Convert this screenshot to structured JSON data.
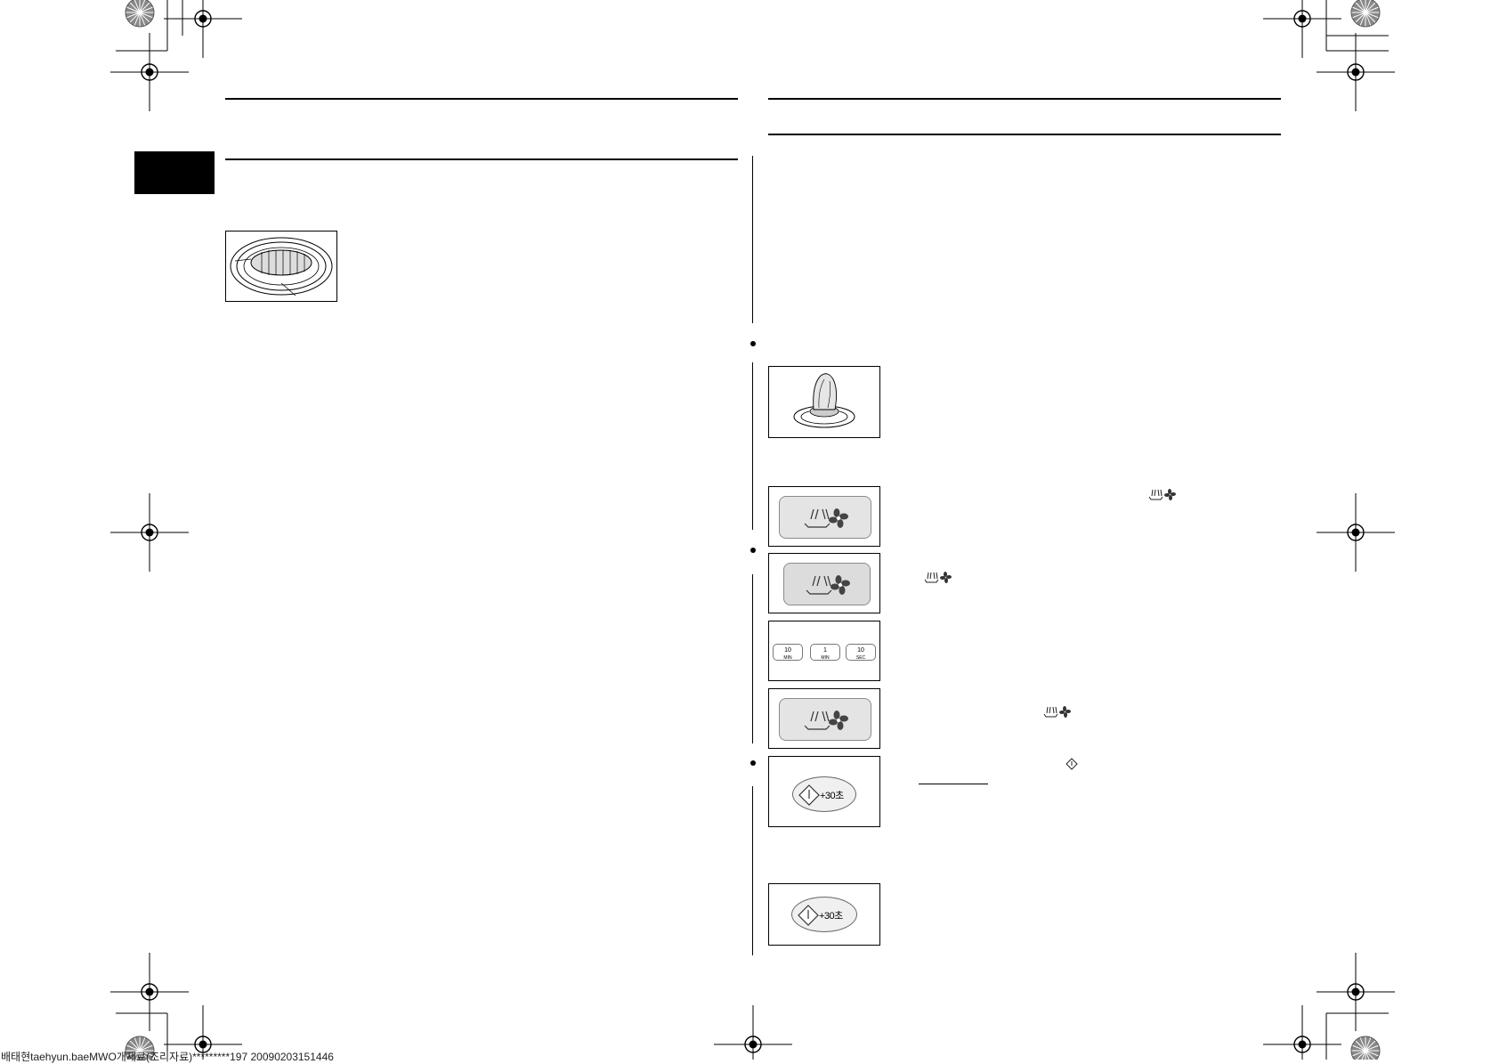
{
  "footer": {
    "slug": "배태현taehyun.baeMWO개재료(조리자료)*********197 20090203151446"
  },
  "figures": {
    "roast_on_rack": "roast-on-rack-illustration",
    "cake_on_rack": "cake-on-rack-illustration",
    "convection_key": "convection-icon",
    "temperature_keys": [
      {
        "top": "10",
        "bottom": "MIN"
      },
      {
        "top": "1",
        "bottom": "MIN"
      },
      {
        "top": "10",
        "bottom": "SEC"
      }
    ],
    "start_key": {
      "label": "+30초"
    }
  },
  "colors": {
    "ink": "#000000",
    "tab": "#000000",
    "button_fill": "#e4e4e4"
  }
}
